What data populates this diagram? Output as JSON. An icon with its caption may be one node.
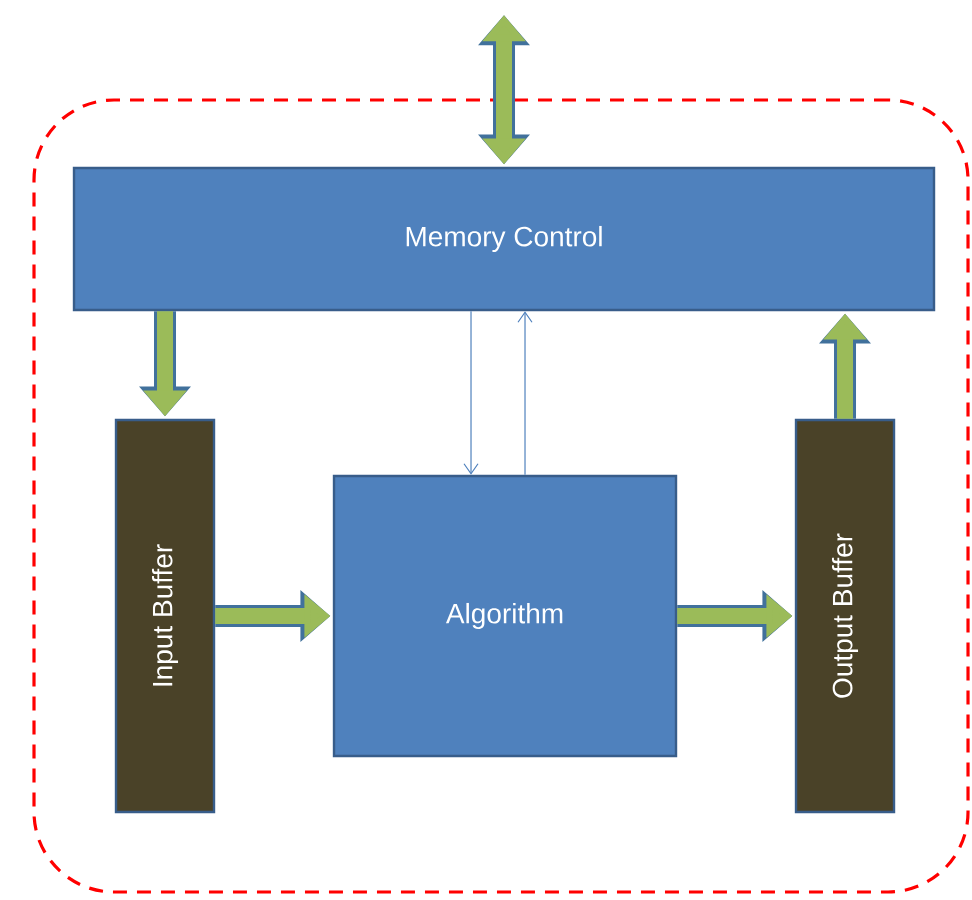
{
  "diagram": {
    "nodes": [
      {
        "text": [],
        "shape": "box"
      },
      {
        "text": [
          "Memory Control"
        ],
        "in": 0
      },
      {
        "text": [
          "Input Buffer"
        ],
        "in": 0
      },
      {
        "text": [
          "Algorithm"
        ],
        "in": 0
      },
      {
        "text": [
          "Output Buffer"
        ],
        "in": 0
      }
    ],
    "edges": [
      {
        "from": null,
        "to": 1,
        "arrow": "both"
      },
      {
        "from": 1,
        "to": 2,
        "arrow": "to"
      },
      {
        "from": 1,
        "to": 3,
        "arrow": "to",
        "color": "#4f81bd"
      },
      {
        "from": 3,
        "to": 1,
        "arrow": "to",
        "color": "#4f81bd"
      },
      {
        "from": 2,
        "to": 3,
        "arrow": "to"
      },
      {
        "from": 3,
        "to": 4,
        "arrow": "to"
      },
      {
        "from": 4,
        "to": 1,
        "arrow": "to"
      }
    ]
  }
}
